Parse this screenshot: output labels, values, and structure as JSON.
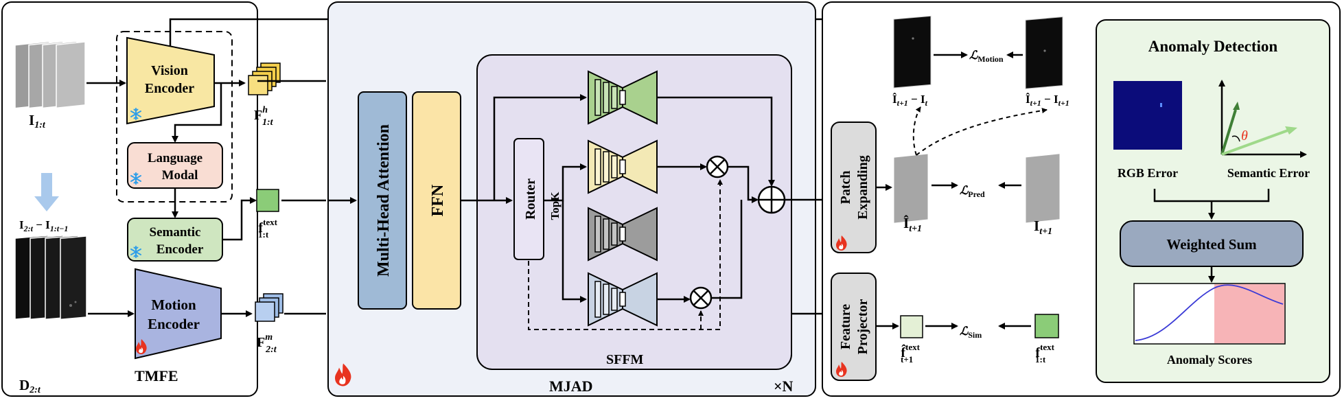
{
  "tmfe": {
    "title": "TMFE",
    "input_frames_label": "I1:t",
    "diff_label": "I2:t − I1:t−1",
    "diff_frames_label": "D2:t",
    "vision_encoder": "Vision Encoder",
    "language_modal": "Language Modal",
    "semantic_encoder": "Semantic Encoder",
    "motion_encoder": "Motion Encoder",
    "feature_h_label": "Fh1:t",
    "feature_text_label": "ftext1:t",
    "feature_m_label": "Fm2:t"
  },
  "mjad": {
    "title": "MJAD",
    "repeat_label": "×N",
    "mha": "Multi-Head Attention",
    "ffn": "FFN",
    "sffm_title": "SFFM",
    "router": "Router",
    "topk": "TopK"
  },
  "output": {
    "patch_expanding": "Patch Expanding",
    "feature_projector": "Feature Projector",
    "loss_motion": "ℒMotion",
    "loss_pred": "ℒPred",
    "loss_sim": "ℒSim",
    "pred_diff_label": "Ît+1 − It",
    "true_diff_label": "Ît+1 − It+1",
    "pred_frame_label": "Ît+1",
    "true_frame_label": "It+1",
    "pred_text_label": "f̂textt+1",
    "true_text_label": "ftext1:t"
  },
  "anomaly": {
    "title": "Anomaly Detection",
    "rgb_error": "RGB Error",
    "semantic_error": "Semantic Error",
    "theta": "θ",
    "weighted_sum": "Weighted Sum",
    "scores_label": "Anomaly Scores"
  },
  "colors": {
    "vision_encoder": "#f8e7a3",
    "language_modal": "#f9ddd3",
    "semantic_encoder": "#cfe6c0",
    "motion_encoder": "#a9b4e0",
    "mha": "#9fbad6",
    "ffn": "#fbe4a7",
    "sffm": "#e4e0f0",
    "mjad_bg": "#eef1f8",
    "anomaly_bg": "#ebf6e6",
    "weighted_sum": "#9aa9bf",
    "scores_region": "#f7b4b7",
    "curve": "#3a3ad6",
    "fire": "#e8331f",
    "snow": "#2f9ee8"
  },
  "icons": [
    "snowflake-icon",
    "fire-icon",
    "multiply-icon",
    "add-icon"
  ]
}
